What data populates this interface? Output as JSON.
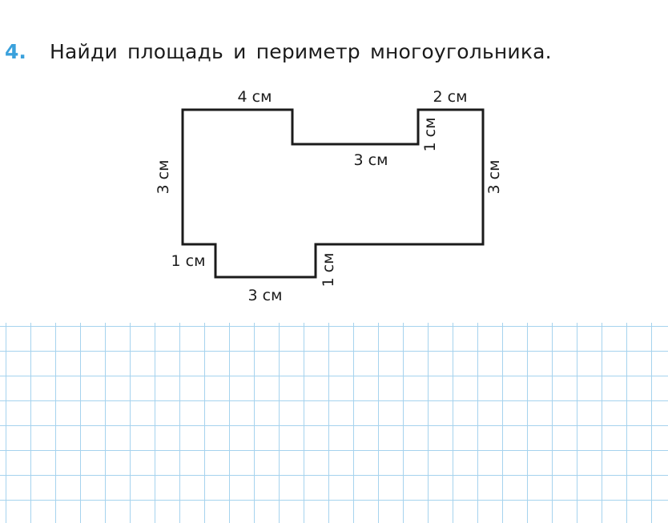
{
  "task": {
    "number": "4.",
    "text": "Найди площадь и периметр многоугольника."
  },
  "figure": {
    "labels": {
      "top_left": "4 см",
      "top_right": "2 см",
      "notch_height": "1 см",
      "notch_bottom": "3 см",
      "left_side": "3 см",
      "right_side": "3 см",
      "bottom_left_step": "1 см",
      "bottom": "3 см",
      "bottom_right_step": "1 см"
    }
  },
  "colors": {
    "accent": "#3aa1dc",
    "grid": "#a6d3ee",
    "text": "#1b1b1b"
  }
}
